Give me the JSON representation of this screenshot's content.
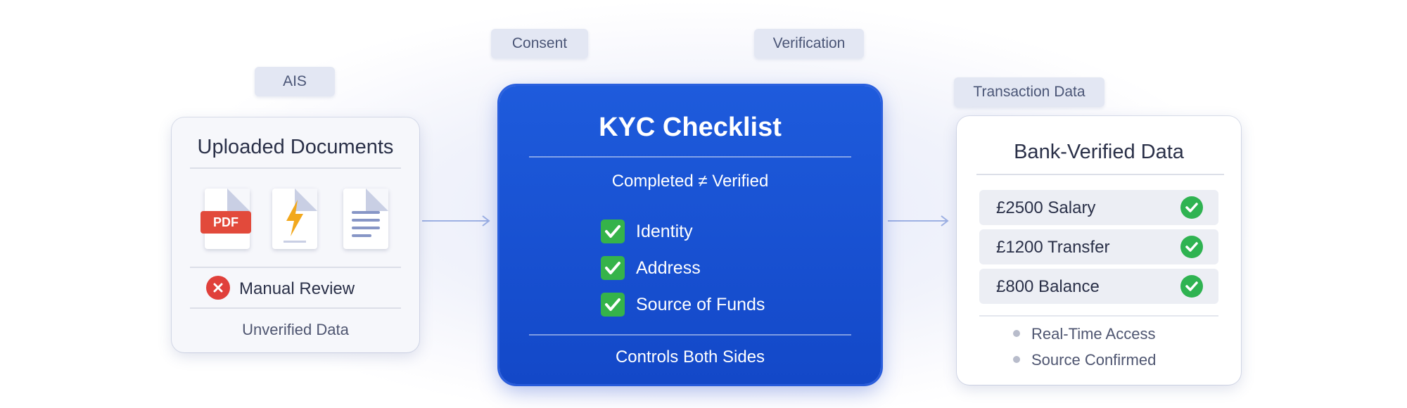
{
  "tags": {
    "ais": "AIS",
    "consent": "Consent",
    "verification": "Verification",
    "transaction_data": "Transaction Data"
  },
  "left_card": {
    "title": "Uploaded Documents",
    "documents": [
      {
        "type": "pdf",
        "label": "PDF",
        "icon": "pdf-file-icon"
      },
      {
        "type": "bolt",
        "icon": "lightning-file-icon"
      },
      {
        "type": "text",
        "icon": "text-file-icon"
      }
    ],
    "status_icon": "error-x-icon",
    "status_label": "Manual Review",
    "footer": "Unverified Data"
  },
  "center_card": {
    "title": "KYC Checklist",
    "subtitle": "Completed ≠ Verified",
    "checklist": [
      "Identity",
      "Address",
      "Source of Funds"
    ],
    "footer": "Controls Both Sides"
  },
  "right_card": {
    "title": "Bank-Verified Data",
    "items": [
      "£2500 Salary",
      "£1200 Transfer",
      "£800 Balance"
    ],
    "bullets": [
      "Real-Time Access",
      "Source Confirmed"
    ]
  },
  "colors": {
    "accent_blue": "#1a52d4",
    "success_green": "#35b34a",
    "error_red": "#e0403b",
    "pdf_red": "#e24a3b",
    "bolt_yellow": "#f2a81d"
  }
}
